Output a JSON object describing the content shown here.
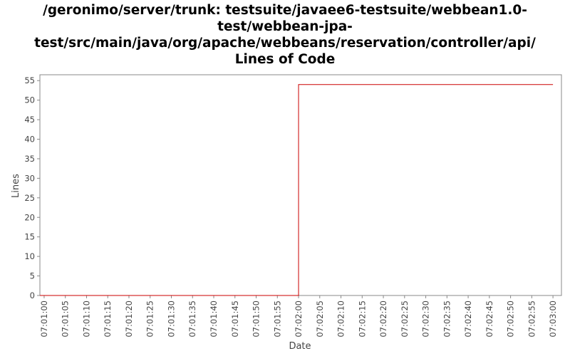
{
  "chart_data": {
    "type": "line",
    "title_lines": [
      "/geronimo/server/trunk: testsuite/javaee6-testsuite/webbean1.0-",
      "test/webbean-jpa-",
      "test/src/main/java/org/apache/webbeans/reservation/controller/api/",
      "Lines of Code"
    ],
    "xlabel": "Date",
    "ylabel": "Lines",
    "x_ticks": [
      "07:01:00",
      "07:01:05",
      "07:01:10",
      "07:01:15",
      "07:01:20",
      "07:01:25",
      "07:01:30",
      "07:01:35",
      "07:01:40",
      "07:01:45",
      "07:01:50",
      "07:01:55",
      "07:02:00",
      "07:02:05",
      "07:02:10",
      "07:02:15",
      "07:02:20",
      "07:02:25",
      "07:02:30",
      "07:02:35",
      "07:02:40",
      "07:02:45",
      "07:02:50",
      "07:02:55",
      "07:03:00"
    ],
    "y_ticks": [
      0,
      5,
      10,
      15,
      20,
      25,
      30,
      35,
      40,
      45,
      50,
      55
    ],
    "xlim": [
      "07:00:59",
      "07:03:02"
    ],
    "ylim": [
      0,
      56.5
    ],
    "grid": false,
    "series": [
      {
        "color": "#cc0000",
        "step": true,
        "points": [
          {
            "x": "07:00:59",
            "y": 0
          },
          {
            "x": "07:02:00",
            "y": 54
          },
          {
            "x": "07:03:00",
            "y": 54
          }
        ]
      }
    ]
  }
}
